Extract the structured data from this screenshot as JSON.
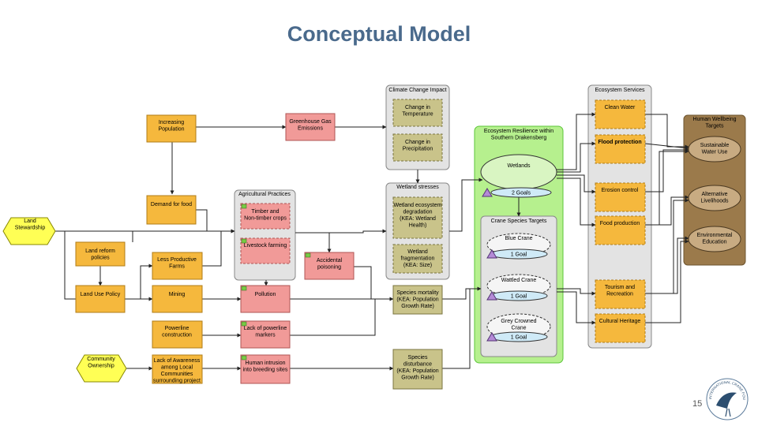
{
  "slide": {
    "title": "Conceptual Model",
    "page_number": "15",
    "logo_text": "INTERNATIONAL CRANE FOUNDATION"
  },
  "groups": {
    "agri": "Agricultural Practices",
    "climate": "Climate Change Impact",
    "stresses": "Wetland stresses",
    "resilience": [
      "Ecosystem Resilience within",
      "Southern Drakensberg"
    ],
    "crane_targets": "Crane Species Targets",
    "services": "Ecosystem Services",
    "wellbeing": [
      "Human Wellbeing",
      "Targets"
    ]
  },
  "strategies": {
    "land_stewardship": [
      "Land",
      "Stewardship"
    ],
    "community_ownership": [
      "Community",
      "Ownership"
    ]
  },
  "factors": {
    "increasing_population": [
      "Increasing",
      "Population"
    ],
    "demand_food": [
      "Demand for food"
    ],
    "land_reform": [
      "Land reform",
      "policies"
    ],
    "land_use_policy": [
      "Land Use Policy"
    ],
    "less_productive": [
      "Less Productive",
      "Farms"
    ],
    "mining": [
      "Mining"
    ],
    "powerline": [
      "Powerline",
      "construction"
    ],
    "lack_awareness": [
      "Lack of Awareness",
      "among Local",
      "Communities",
      "surrounding project"
    ]
  },
  "threats": {
    "greenhouse": [
      "Greenhouse Gas",
      "Emissions"
    ],
    "timber": [
      "Timber and",
      "Non-timber crops"
    ],
    "livestock": [
      "Livestock farming"
    ],
    "accidental": [
      "Accidental",
      "poisoning"
    ],
    "pollution": [
      "Pollution"
    ],
    "lack_markers": [
      "Lack of powerline",
      "markers"
    ],
    "intrusion": [
      "Human intrusion",
      "into breeding sites"
    ]
  },
  "stresses": {
    "temperature": [
      "Change in",
      "Temperature"
    ],
    "precipitation": [
      "Change in",
      "Precipitation"
    ],
    "wetland_degradation": [
      "Wetland ecosystem",
      "degradation",
      "(KEA: Wetland",
      "Health)"
    ],
    "wetland_fragmentation": [
      "Wetland",
      "fragmentation",
      "(KEA: Size)"
    ],
    "species_mortality": [
      "Species mortality",
      "(KEA: Population",
      "Growth Rate)"
    ],
    "species_disturbance": [
      "Species",
      "disturbance",
      "(KEA: Population",
      "Growth Rate)"
    ]
  },
  "targets": {
    "wetlands": "Wetlands",
    "wetlands_goals": "2 Goals",
    "blue_crane": "Blue Crane",
    "blue_goals": "1 Goal",
    "wattled_crane": "Wattled Crane",
    "wattled_goals": "1 Goal",
    "grey_crane": [
      "Grey Crowned",
      "Crane"
    ],
    "grey_goals": "1 Goal"
  },
  "services": {
    "clean_water": "Clean Water",
    "flood": "Flood protection",
    "erosion": "Erosion control",
    "food": "Food production",
    "tourism": [
      "Tourism and",
      "Recreation"
    ],
    "cultural": "Cultural Heritage"
  },
  "wellbeing": {
    "water": [
      "Sustainable",
      "Water Use"
    ],
    "livelihoods": [
      "Alternative",
      "Livelihoods"
    ],
    "education": [
      "Environmental",
      "Education"
    ]
  },
  "colors": {
    "factor": "#f5b83d",
    "threat": "#f19a98",
    "stress": "#c9c38a",
    "group_gray": "#e3e3e3",
    "resilience": "#b6f08e",
    "wellbeing": "#9b7a4b",
    "strategy": "#ffff55",
    "title": "#4a6a8c"
  }
}
